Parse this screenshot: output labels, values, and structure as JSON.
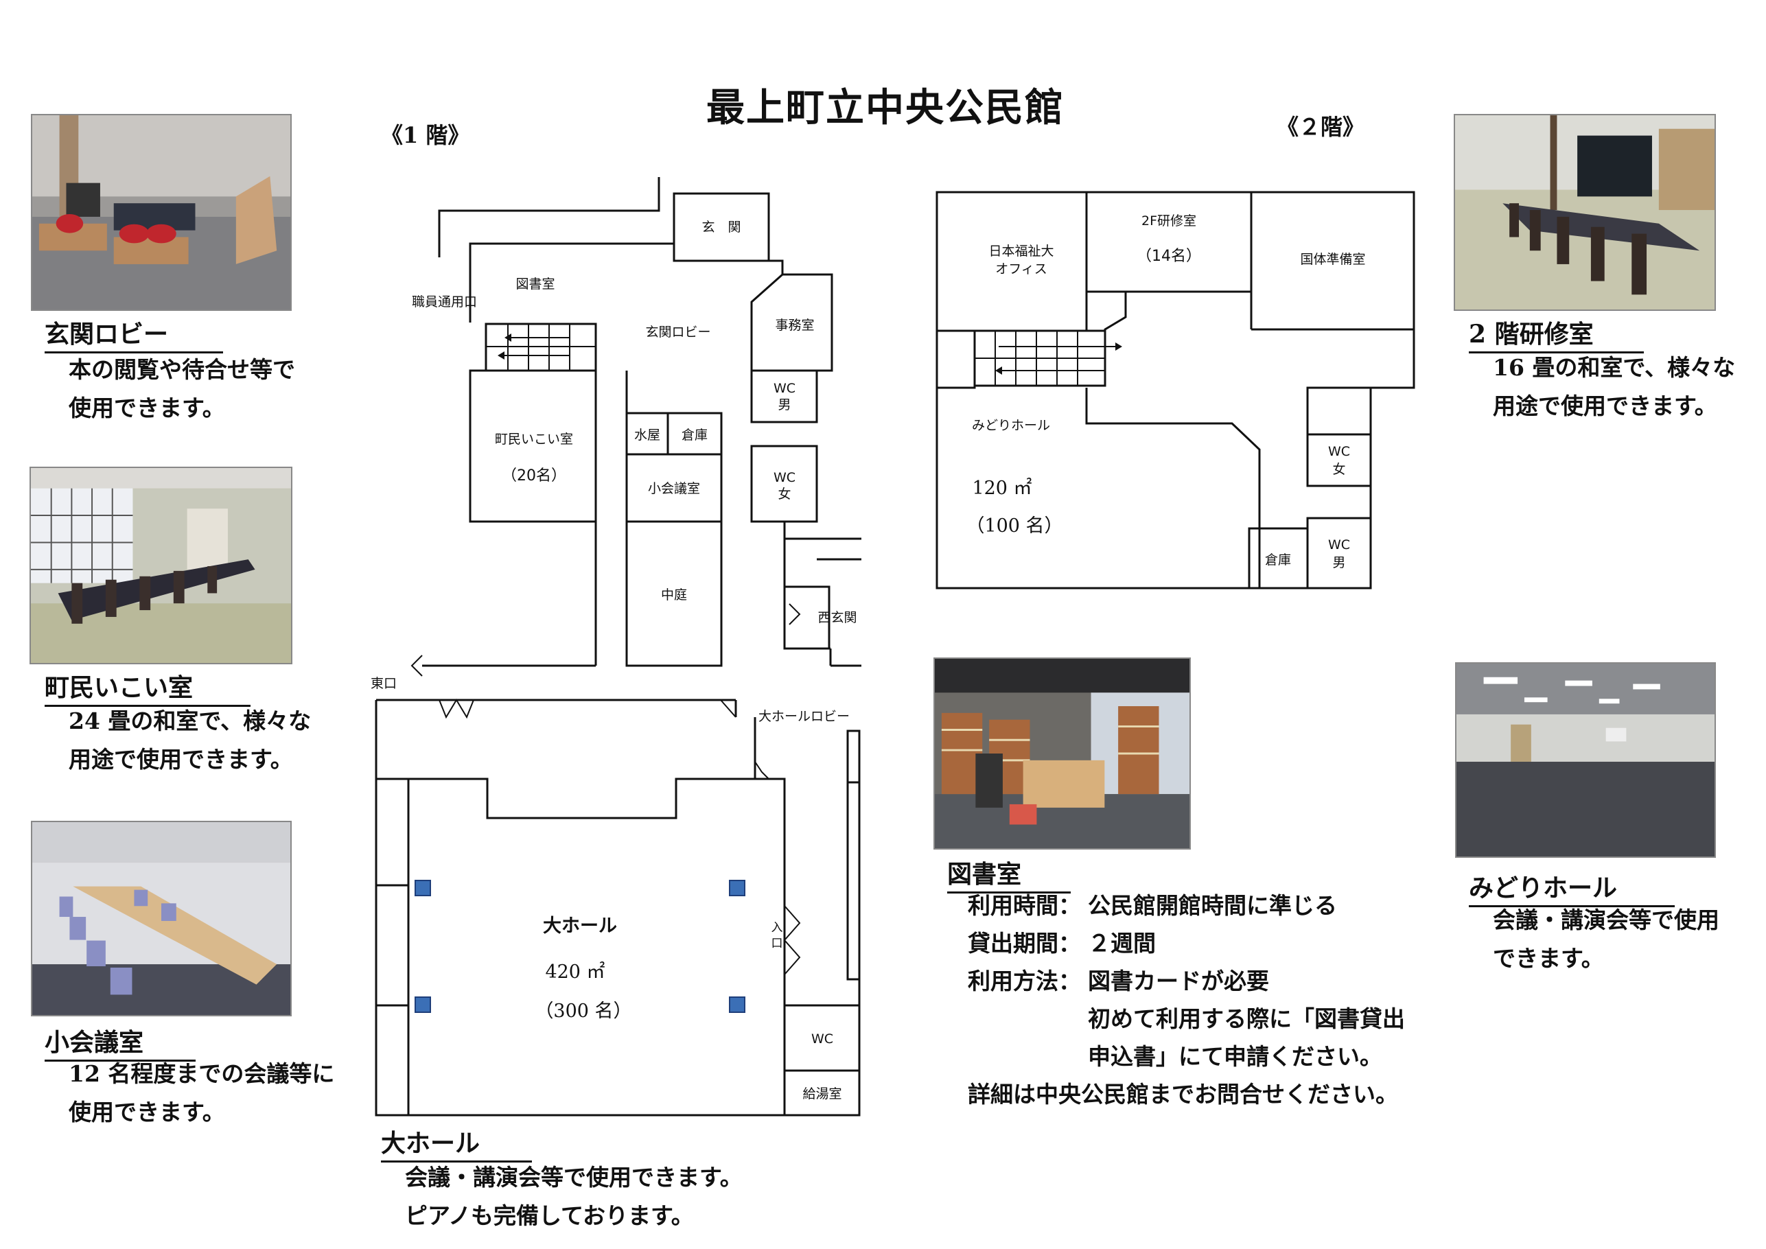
{
  "title": "最上町立中央公民館",
  "floor1_label": "《1 階》",
  "floor2_label": "《２階》",
  "cards": {
    "lobby": {
      "heading": "玄関ロビー",
      "lines": [
        "本の閲覧や待合せ等で",
        "使用できます。"
      ]
    },
    "ikoi": {
      "heading": "町民いこい室",
      "lines": [
        "24 畳の和室で、様々な",
        "用途で使用できます。"
      ]
    },
    "small_meeting": {
      "heading": "小会議室",
      "lines": [
        "12 名程度までの会議等に",
        "使用できます。"
      ]
    },
    "big_hall": {
      "heading": "大ホール",
      "lines": [
        "会議・講演会等で使用できます。",
        "ピアノも完備しております。"
      ]
    },
    "training2": {
      "heading": "2 階研修室",
      "lines": [
        "16 畳の和室で、様々な",
        "用途で使用できます。"
      ]
    },
    "midori": {
      "heading": "みどりホール",
      "lines": [
        "会議・講演会等で使用",
        "できます。"
      ]
    },
    "library": {
      "heading": "図書室",
      "rows": [
        {
          "key": "利用時間：",
          "val": "公民館開館時間に準じる"
        },
        {
          "key": "貸出期間：",
          "val": "２週間"
        },
        {
          "key": "利用方法：",
          "val": "図書カードが必要"
        },
        {
          "key": "",
          "val": "初めて利用する際に「図書貸出"
        },
        {
          "key": "",
          "val": "申込書」にて申請ください。"
        }
      ],
      "footer": "詳細は中央公民館までお問合せください。"
    }
  },
  "floor1": {
    "genkan": "玄　関",
    "toshoshitsu": "図書室",
    "shokuin": "職員通用口",
    "genkan_lobby": "玄関ロビー",
    "jimushitsu": "事務室",
    "wc_men": [
      "WC",
      "男"
    ],
    "wc_women": [
      "WC",
      "女"
    ],
    "ikoi": "町民いこい室",
    "ikoi_cap": "（20名）",
    "mizuya": "水屋",
    "souko": "倉庫",
    "shokaigi": "小会議室",
    "nakaniwa": "中庭",
    "nishi_genkan": "西玄関",
    "higashi": "東口",
    "hall_lobby": "大ホールロビー",
    "hall": "大ホール",
    "hall_area": "420 ㎡",
    "hall_cap": "（300 名）",
    "iriguchi": [
      "入",
      "口"
    ],
    "wc": "WC",
    "kyuto": "給湯室"
  },
  "floor2": {
    "fukushi": [
      "日本福祉大",
      "オフィス"
    ],
    "kenshu": "2F研修室",
    "kenshu_cap": "（14名）",
    "kokutai": "国体準備室",
    "midori": "みどりホール",
    "midori_area": "120 ㎡",
    "midori_cap": "（100 名）",
    "wc_women": [
      "WC",
      "女"
    ],
    "souko": "倉庫",
    "wc_men": [
      "WC",
      "男"
    ]
  },
  "colors": {
    "pillar": "#3b6fb6",
    "line": "#111111"
  }
}
